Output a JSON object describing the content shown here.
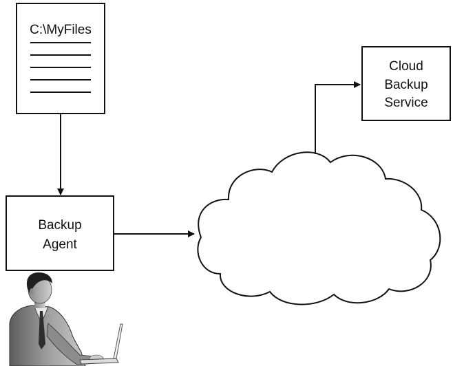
{
  "document": {
    "path_label": "C:\\MyFiles",
    "line_count": 5
  },
  "agent": {
    "line1": "Backup",
    "line2": "Agent"
  },
  "service": {
    "line1": "Cloud",
    "line2": "Backup",
    "line3": "Service"
  },
  "network": {
    "shape": "cloud"
  },
  "user": {
    "icon": "user-with-laptop-icon"
  },
  "colors": {
    "stroke": "#111111",
    "background": "#ffffff",
    "person_fill": "#9a9a9a"
  }
}
